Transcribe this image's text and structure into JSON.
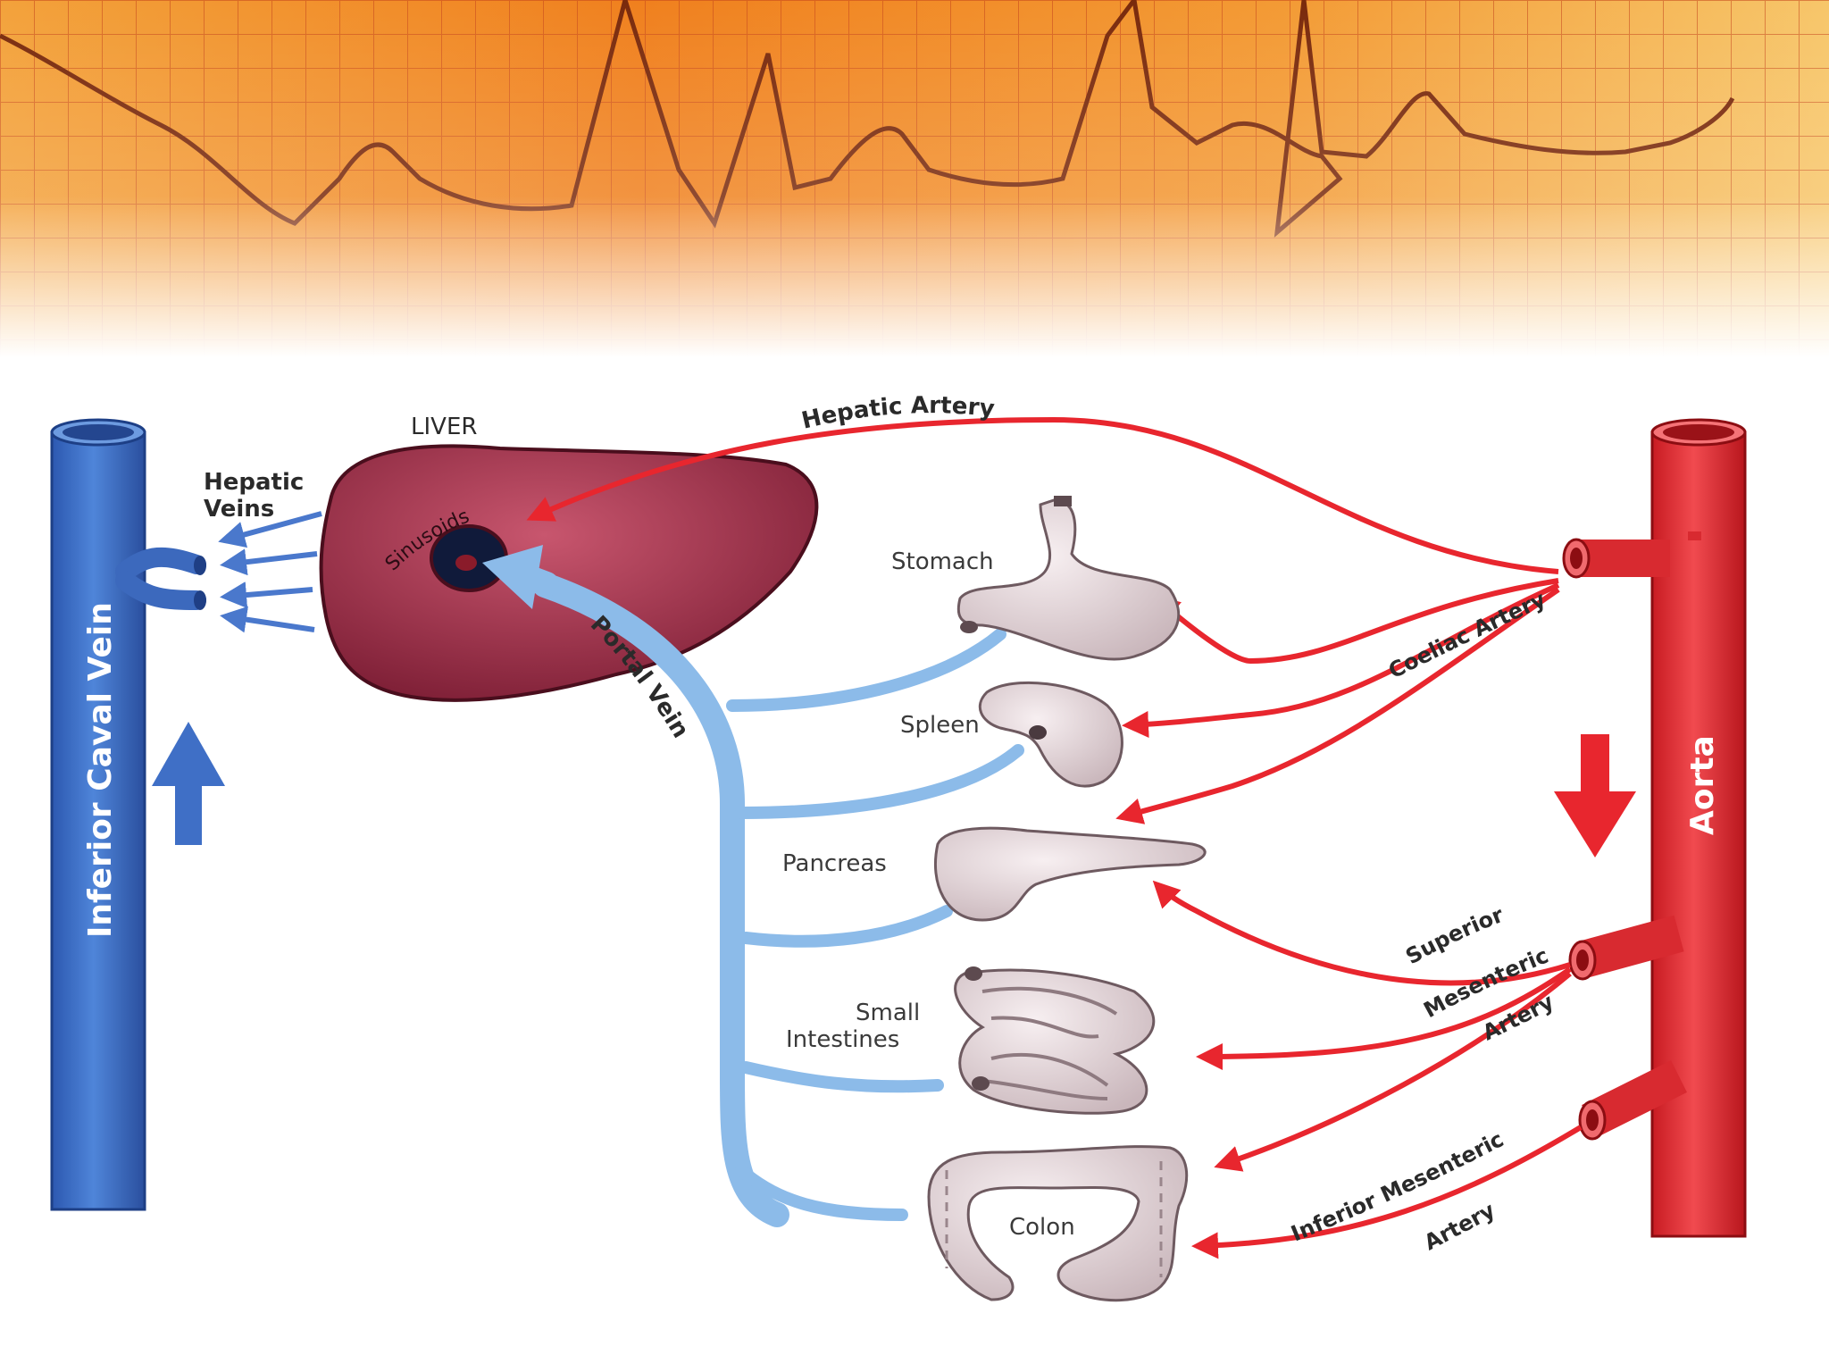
{
  "labels": {
    "liver": "LIVER",
    "sinusoids": "Sinusoids",
    "hepatic_veins_line1": "Hepatic",
    "hepatic_veins_line2": "Veins",
    "hepatic_artery": "Hepatic Artery",
    "portal_vein": "Portal Vein",
    "coeliac_artery": "Coeliac Artery",
    "superior_mesenteric_line1": "Superior",
    "superior_mesenteric_line2": "Mesenteric",
    "superior_mesenteric_line3": "Artery",
    "inferior_mesenteric_line1": "Inferior Mesenteric",
    "inferior_mesenteric_line2": "Artery",
    "inferior_caval_vein": "Inferior Caval Vein",
    "aorta": "Aorta"
  },
  "organs": {
    "stomach": "Stomach",
    "spleen": "Spleen",
    "pancreas": "Pancreas",
    "small_intestines_line1": "Small",
    "small_intestines_line2": "Intestines",
    "colon": "Colon"
  },
  "colors": {
    "artery_red": "#e8262e",
    "vein_blue": "#3f6fc6",
    "portal_blue": "#7fb2e6",
    "liver": "#a8344e",
    "organ_fill": "#e7dcdf",
    "banner_orange": "#f08a1c"
  }
}
